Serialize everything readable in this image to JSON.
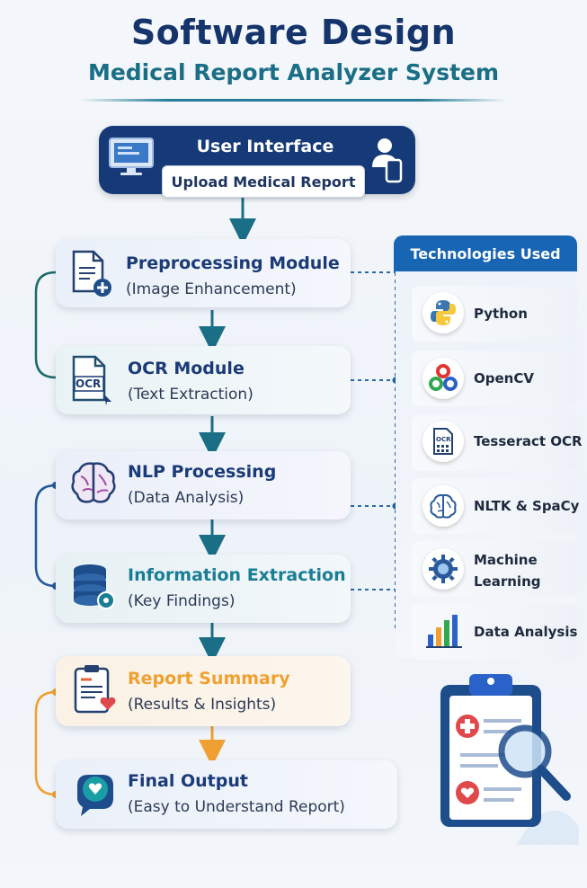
{
  "title": "Software Design",
  "subtitle": "Medical Report Analyzer System",
  "user_interface": {
    "title": "User Interface",
    "button": "Upload Medical Report"
  },
  "modules": [
    {
      "title": "Preprocessing Module",
      "subtitle": "(Image Enhancement)",
      "icon": "document-plus-icon",
      "title_color": "#1a3a78"
    },
    {
      "title": "OCR Module",
      "subtitle": "(Text Extraction)",
      "icon": "ocr-document-icon",
      "title_color": "#1a3a78"
    },
    {
      "title": "NLP Processing",
      "subtitle": "(Data Analysis)",
      "icon": "brain-icon",
      "title_color": "#1a3a78"
    },
    {
      "title": "Information Extraction",
      "subtitle": "(Key Findings)",
      "icon": "database-gear-icon",
      "title_color": "#1a7d96"
    },
    {
      "title": "Report Summary",
      "subtitle": "(Results & Insights)",
      "icon": "clipboard-heart-icon",
      "title_color": "#f0a030"
    },
    {
      "title": "Final Output",
      "subtitle": "(Easy to Understand Report)",
      "icon": "heart-chat-icon",
      "title_color": "#1a3a78"
    }
  ],
  "technologies": {
    "header": "Technologies Used",
    "items": [
      {
        "label": "Python",
        "icon": "python-icon"
      },
      {
        "label": "OpenCV",
        "icon": "opencv-icon"
      },
      {
        "label": "Tesseract OCR",
        "icon": "tesseract-icon"
      },
      {
        "label": "NLTK & SpaCy",
        "icon": "brain-icon"
      },
      {
        "label": "Machine\nLearning",
        "label_line1": "Machine",
        "label_line2": "Learning",
        "icon": "gear-icon"
      },
      {
        "label": "Data Analysis",
        "icon": "bar-chart-icon"
      }
    ]
  },
  "colors": {
    "navy": "#163a78",
    "teal": "#1a7d96",
    "orange": "#f0a030",
    "tech_blue": "#1865b3"
  }
}
